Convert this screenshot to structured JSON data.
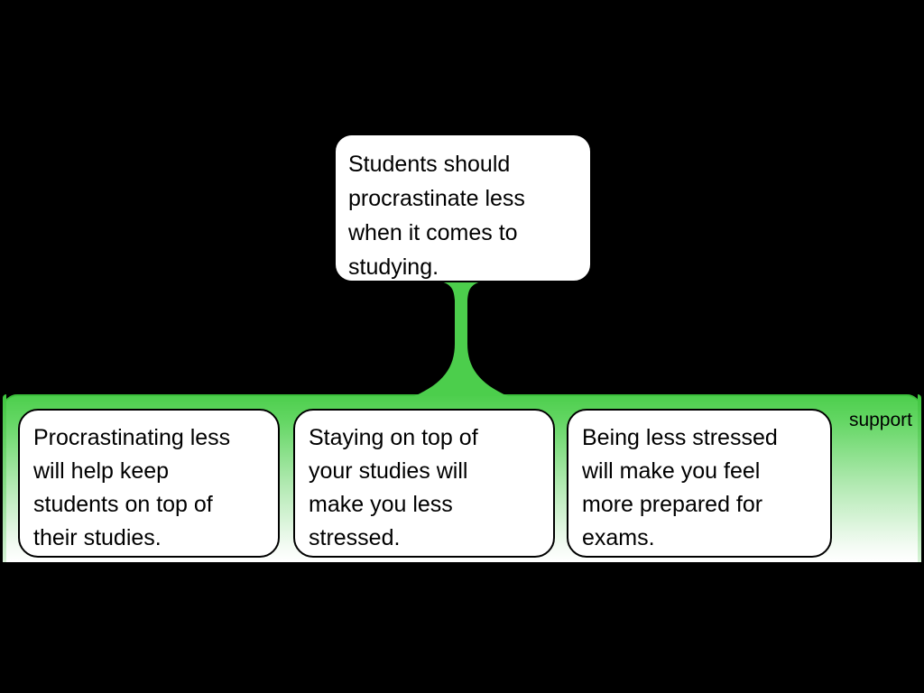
{
  "diagram": {
    "background_color": "#000000",
    "claim": {
      "text": "Students should\nprocrastinate less\nwhen it comes to\nstudying."
    },
    "connector": {
      "color": "#4cce4c"
    },
    "support_group": {
      "label": "support",
      "color_top": "#4cce4c",
      "color_bottom": "#ffffff",
      "box_background": "#ffffff",
      "box_border_color": "#000000",
      "premises": [
        {
          "text": "Procrastinating less\nwill help keep\nstudents on top of\ntheir studies."
        },
        {
          "text": "Staying on top of\nyour studies will\nmake you less\nstressed."
        },
        {
          "text": "Being less stressed\nwill make you feel\nmore prepared for\nexams."
        }
      ]
    }
  }
}
